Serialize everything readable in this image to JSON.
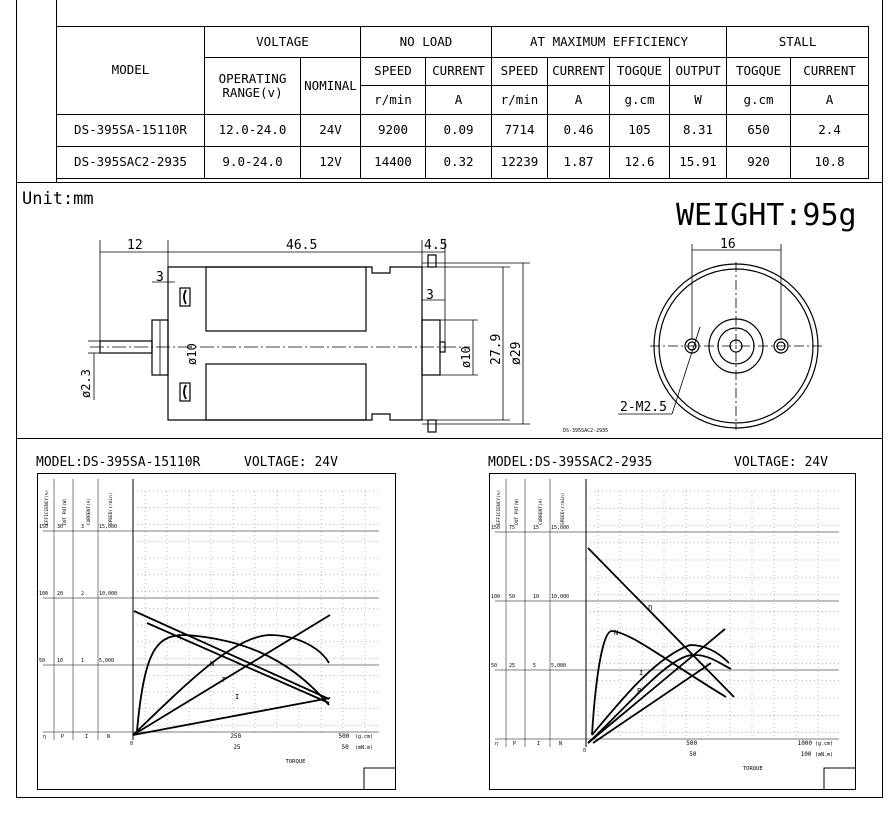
{
  "spec_table": {
    "model_label": "MODEL",
    "group_headers": [
      "VOLTAGE",
      "NO LOAD",
      "AT MAXIMUM EFFICIENCY",
      "STALL"
    ],
    "sub_headers": {
      "operating": "OPERATING",
      "range": "RANGE(v)",
      "nominal": "NOMINAL",
      "speed": "SPEED",
      "current": "CURRENT",
      "max_speed": "SPEED",
      "max_current": "CURRENT",
      "max_torque": "TOGQUE",
      "max_output": "OUTPUT",
      "stall_torque": "TOGQUE",
      "stall_current": "CURRENT"
    },
    "units": [
      "r/min",
      "A",
      "r/min",
      "A",
      "g.cm",
      "W",
      "g.cm",
      "A"
    ],
    "rows": [
      [
        "DS-395SA-15110R",
        "12.0-24.0",
        "24V",
        "9200",
        "0.09",
        "7714",
        "0.46",
        "105",
        "8.31",
        "650",
        "2.4"
      ],
      [
        "DS-395SAC2-2935",
        "9.0-24.0",
        "12V",
        "14400",
        "0.32",
        "12239",
        "1.87",
        "12.6",
        "15.91",
        "920",
        "10.8"
      ]
    ]
  },
  "drawing": {
    "unit": "Unit:mm",
    "weight": "WEIGHT:95g",
    "dims": {
      "d12": "12",
      "d46_5": "46.5",
      "d4_5": "4.5",
      "d3a": "3",
      "d3b": "3",
      "d10a": "ø10",
      "d10b": "ø10",
      "d27_9": "27.9",
      "d29": "ø29",
      "d2_3": "ø2.3",
      "d16": "16",
      "m2_5": "2-M2.5"
    },
    "tag": "DS-395SAC2-2935"
  },
  "curves": [
    {
      "model": "MODEL:DS-395SA-15110R",
      "voltage": "VOLTAGE: 24V",
      "axis_titles": [
        "EFFICIENCY(%)",
        "OUT PUT(W)",
        "CURRENT(A)",
        "SPEED(r/min)"
      ],
      "scale_rows": [
        [
          "150",
          "30",
          "3",
          "15,000"
        ],
        [
          "100",
          "20",
          "2",
          "10,000"
        ],
        [
          "50",
          "10",
          "1",
          "5,000"
        ]
      ],
      "symbols": [
        "η",
        "P",
        "I",
        "N"
      ],
      "torque_ticks_gcm": [
        "250",
        "500"
      ],
      "torque_ticks_mnm": [
        "25",
        "50"
      ],
      "unit_gcm": "(g.cm)",
      "unit_mnm": "(mN.m)",
      "torque_label": "TORQUE",
      "zero": "0",
      "series_tags": [
        "η",
        "N",
        "P",
        "I"
      ]
    },
    {
      "model": "MODEL:DS-395SAC2-2935",
      "voltage": "VOLTAGE: 24V",
      "axis_titles": [
        "EFFICIENCY(%)",
        "OUT PUT(W)",
        "CURRENT(A)",
        "SPEED(r/min)"
      ],
      "scale_rows": [
        [
          "150",
          "75",
          "15",
          "15,000"
        ],
        [
          "100",
          "50",
          "10",
          "10,000"
        ],
        [
          "50",
          "25",
          "5",
          "5,000"
        ]
      ],
      "symbols": [
        "η",
        "P",
        "I",
        "N"
      ],
      "torque_ticks_gcm": [
        "500",
        "1000"
      ],
      "torque_ticks_mnm": [
        "50",
        "100"
      ],
      "unit_gcm": "(g.cm)",
      "unit_mnm": "(mN.m)",
      "torque_label": "TORQUE",
      "zero": "0",
      "series_tags": [
        "η",
        "N",
        "P",
        "I"
      ]
    }
  ]
}
